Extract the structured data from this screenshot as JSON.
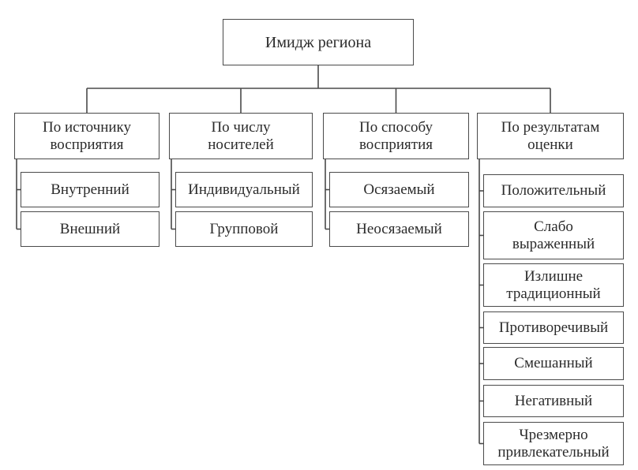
{
  "diagram": {
    "root": "Имидж региона",
    "categories": [
      {
        "title": "По источнику\nвосприятия",
        "items": [
          "Внутренний",
          "Внешний"
        ]
      },
      {
        "title": "По числу\nносителей",
        "items": [
          "Индивидуальный",
          "Групповой"
        ]
      },
      {
        "title": "По способу\nвосприятия",
        "items": [
          "Осязаемый",
          "Неосязаемый"
        ]
      },
      {
        "title": "По результатам\nоценки",
        "items": [
          "Положительный",
          "Слабо\nвыраженный",
          "Излишне\nтрадиционный",
          "Противоречивый",
          "Смешанный",
          "Негативный",
          "Чрезмерно\nпривлекательный"
        ]
      }
    ]
  }
}
